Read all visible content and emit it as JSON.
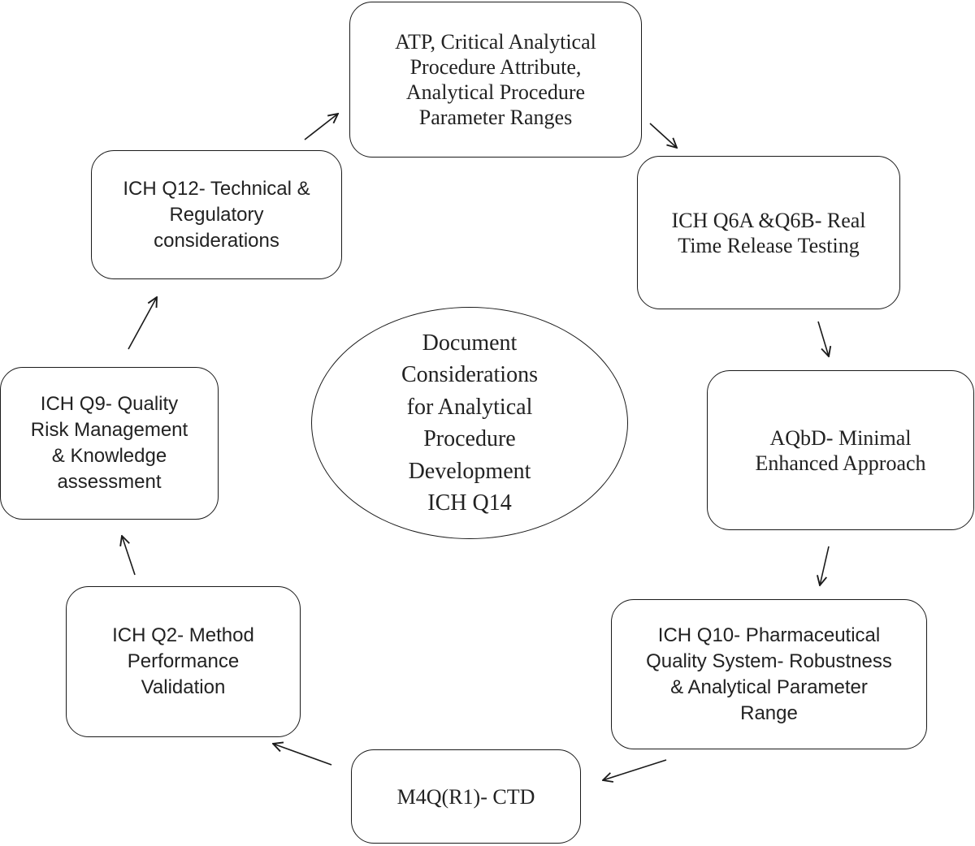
{
  "center": {
    "text": "Document\nConsiderations\nfor Analytical\nProcedure\nDevelopment\nICH Q14"
  },
  "nodes": {
    "atp": "ATP, Critical  Analytical\nProcedure Attribute,\nAnalytical  Procedure\nParameter Ranges",
    "q6": "ICH Q6A &Q6B- Real\nTime Release Testing",
    "aqbd": "AQbD- Minimal\nEnhanced Approach",
    "q10": "ICH Q10- Pharmaceutical\nQuality System- Robustness\n& Analytical Parameter\nRange",
    "m4q": "M4Q(R1)- CTD",
    "q2": "ICH Q2- Method\nPerformance\nValidation",
    "q9": "ICH Q9- Quality\nRisk Management\n& Knowledge\nassessment",
    "q12": "ICH Q12- Technical &\nRegulatory\nconsiderations"
  }
}
